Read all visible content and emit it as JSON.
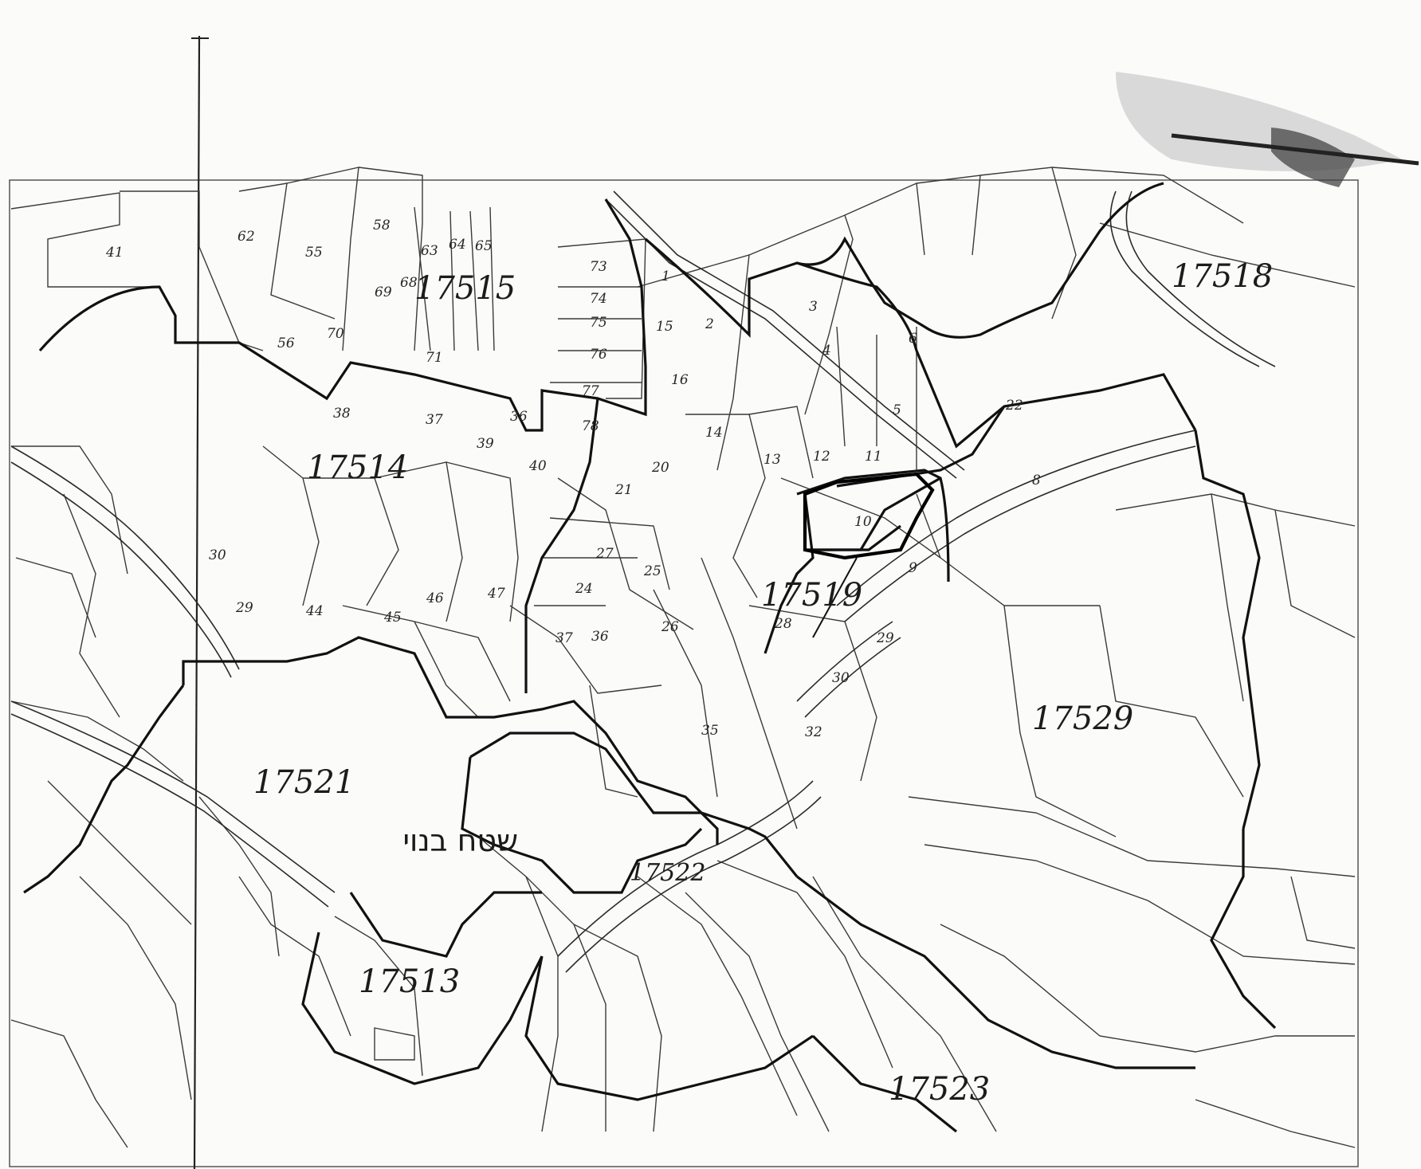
{
  "map": {
    "colors": {
      "paper": "#fbfbfa",
      "ink": "#1c1c1c",
      "smudge": "#555555"
    },
    "block_labels": [
      {
        "id": "17515",
        "text": "17515"
      },
      {
        "id": "17514",
        "text": "17514"
      },
      {
        "id": "17518",
        "text": "17518"
      },
      {
        "id": "17519",
        "text": "17519"
      },
      {
        "id": "17521",
        "text": "17521"
      },
      {
        "id": "17522",
        "text": "17522"
      },
      {
        "id": "17513",
        "text": "17513"
      },
      {
        "id": "17529",
        "text": "17529"
      },
      {
        "id": "17523",
        "text": "17523"
      }
    ],
    "area_label": "שטח בנוי",
    "parcel_labels": [
      "41",
      "62",
      "58",
      "55",
      "63",
      "64",
      "65",
      "68",
      "69",
      "73",
      "74",
      "75",
      "76",
      "77",
      "78",
      "70",
      "56",
      "71",
      "38",
      "37",
      "39",
      "40",
      "36",
      "1",
      "2",
      "3",
      "4",
      "5",
      "6",
      "15",
      "16",
      "14",
      "13",
      "12",
      "11",
      "10",
      "9",
      "8",
      "22",
      "20",
      "21",
      "24",
      "25",
      "26",
      "27",
      "28",
      "29",
      "30",
      "32",
      "35",
      "36",
      "37",
      "44",
      "45",
      "46",
      "47",
      "29",
      "30"
    ]
  }
}
